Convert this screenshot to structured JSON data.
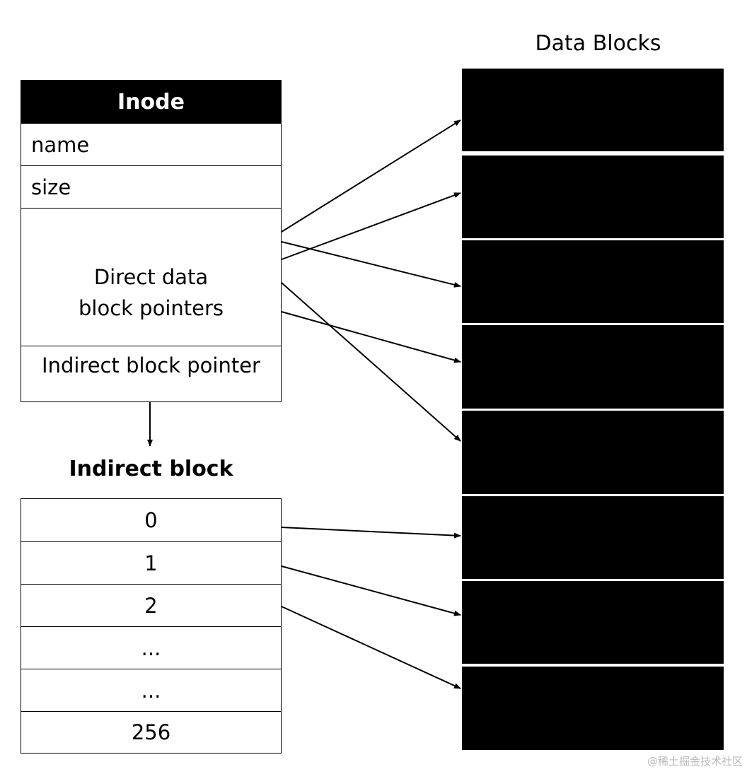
{
  "inode": {
    "title": "Inode",
    "name_label": "name",
    "size_label": "size",
    "direct_label_line1": "Direct data",
    "direct_label_line2": "block pointers",
    "indirect_label": "Indirect block pointer"
  },
  "indirect_block": {
    "title": "Indirect block",
    "entries": [
      "0",
      "1",
      "2",
      "...",
      "...",
      "256"
    ]
  },
  "data_blocks": {
    "title": "Data Blocks",
    "count": 8,
    "fill_color": "#000000"
  },
  "watermark": "@稀土掘金技术社区"
}
